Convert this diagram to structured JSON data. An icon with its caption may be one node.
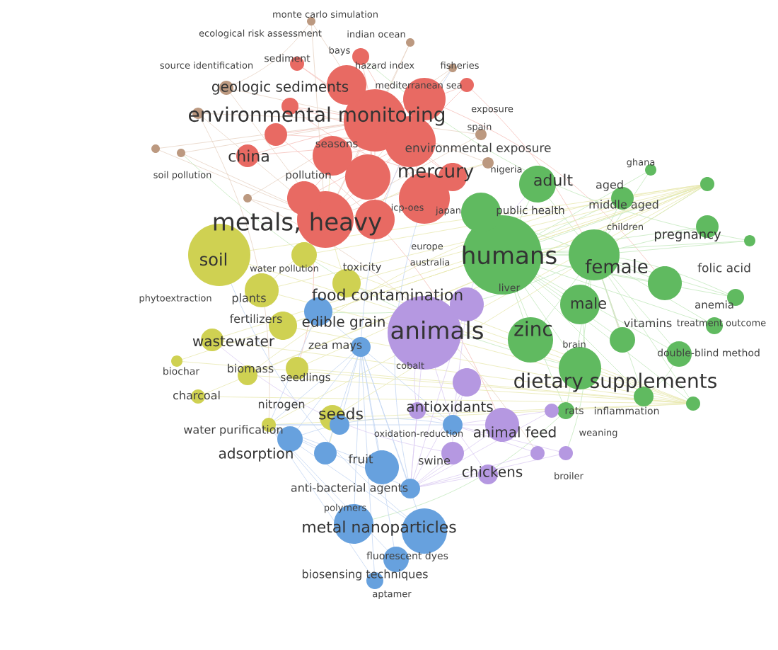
{
  "diagram": {
    "labels": [
      "monte carlo simulation",
      "ecological risk assessment",
      "indian ocean",
      "bays",
      "sediment",
      "source identification",
      "hazard index",
      "fisheries",
      "mediterranean sea",
      "geologic sediments",
      "exposure",
      "environmental monitoring",
      "spain",
      "seasons",
      "environmental exposure",
      "china",
      "ghana",
      "mercury",
      "nigeria",
      "soil pollution",
      "pollution",
      "adult",
      "aged",
      "icp-oes",
      "japan",
      "public health",
      "middle aged",
      "metals, heavy",
      "children",
      "pregnancy",
      "europe",
      "humans",
      "australia",
      "soil",
      "water pollution",
      "toxicity",
      "female",
      "folic acid",
      "phytoextraction",
      "plants",
      "food contamination",
      "liver",
      "male",
      "anemia",
      "fertilizers",
      "edible grain",
      "vitamins",
      "treatment outcome",
      "animals",
      "zinc",
      "wastewater",
      "zea mays",
      "brain",
      "double-blind method",
      "biochar",
      "biomass",
      "seedlings",
      "cobalt",
      "dietary supplements",
      "charcoal",
      "nitrogen",
      "antioxidants",
      "rats",
      "inflammation",
      "seeds",
      "water purification",
      "oxidation-reduction",
      "animal feed",
      "weaning",
      "adsorption",
      "fruit",
      "swine",
      "chickens",
      "broiler",
      "anti-bacterial agents",
      "polymers",
      "metal nanoparticles",
      "fluorescent dyes",
      "biosensing techniques",
      "aptamer"
    ]
  }
}
